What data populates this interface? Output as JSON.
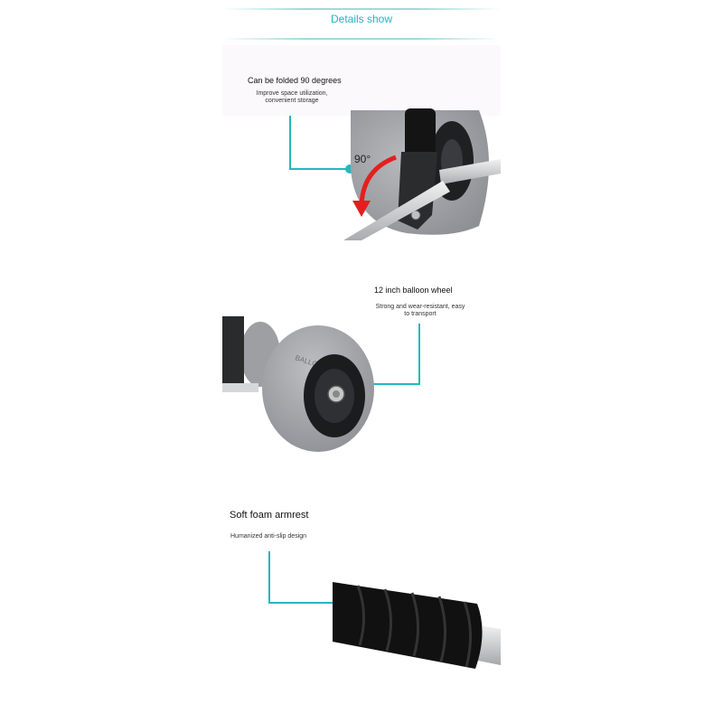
{
  "header": {
    "title": "Details show"
  },
  "sections": [
    {
      "title": "Can be folded 90 degrees",
      "desc_line1": "Improve space utilization,",
      "desc_line2": "convenient storage",
      "angle_label": "90°"
    },
    {
      "title": "12 inch balloon wheel",
      "desc_line1": "Strong and wear-resistant, easy",
      "desc_line2": "to transport",
      "tire_text": "BALLOON WHEEL"
    },
    {
      "title": "Soft foam armrest",
      "desc_line1": "Humanized anti-slip design"
    }
  ],
  "colors": {
    "accent": "#27b6c2",
    "tire": "#a7a9ad",
    "arrow": "#e41f1f"
  }
}
